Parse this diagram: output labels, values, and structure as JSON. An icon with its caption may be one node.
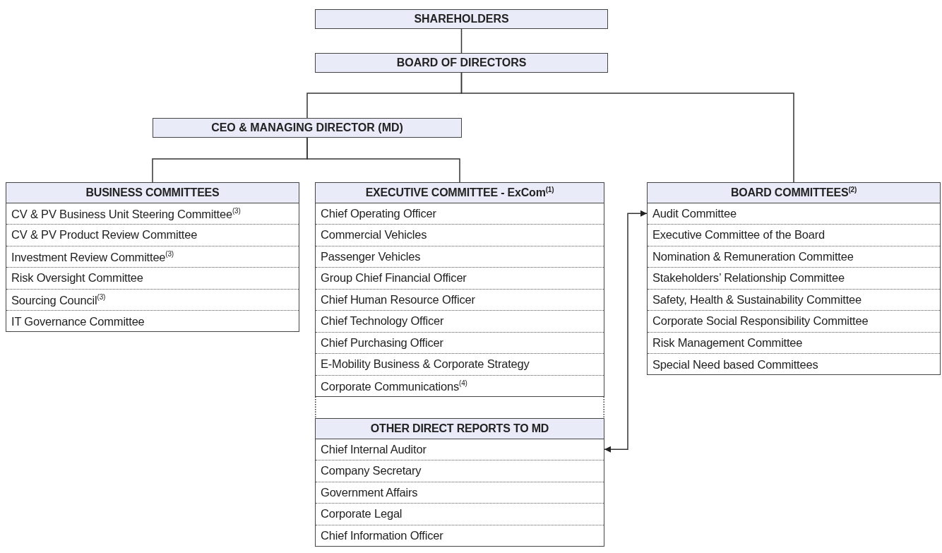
{
  "diagram": {
    "nodes": [
      {
        "text": [
          "SHAREHOLDERS"
        ]
      },
      {
        "text": [
          "BOARD OF DIRECTORS"
        ]
      },
      {
        "text": [
          "CEO & MANAGING DIRECTOR (MD)"
        ]
      },
      {
        "text": [],
        "shape": "box"
      },
      {
        "text": [
          "BUSINESS COMMITTEES"
        ],
        "in": 3
      },
      {
        "text": [
          "CV & PV Business Unit Steering Committee$^{(3)}$"
        ],
        "in": 3
      },
      {
        "text": [
          "CV & PV Product Review Committee"
        ],
        "in": 3
      },
      {
        "text": [
          "Investment Review Committee$^{(3)}$"
        ],
        "in": 3
      },
      {
        "text": [
          "Risk Oversight Committee"
        ],
        "in": 3
      },
      {
        "text": [
          "Sourcing Council$^{(3)}$"
        ],
        "in": 3
      },
      {
        "text": [
          "IT Governance Committee"
        ],
        "in": 3
      },
      {
        "text": [],
        "shape": "box"
      },
      {
        "text": [
          "EXECUTIVE COMMITTEE - ExCom$^{(1)}$"
        ],
        "in": 11
      },
      {
        "text": [
          "Chief Operating Officer"
        ],
        "in": 11
      },
      {
        "text": [
          "Commercial Vehicles"
        ],
        "in": 11
      },
      {
        "text": [
          "Passenger Vehicles"
        ],
        "in": 11
      },
      {
        "text": [
          "Group Chief Financial Officer"
        ],
        "in": 11
      },
      {
        "text": [
          "Chief Human Resource Officer"
        ],
        "in": 11
      },
      {
        "text": [
          "Chief Technology Officer"
        ],
        "in": 11
      },
      {
        "text": [
          "Chief Purchasing Officer"
        ],
        "in": 11
      },
      {
        "text": [
          "E-Mobility Business & Corporate Strategy"
        ],
        "in": 11
      },
      {
        "text": [
          "Corporate Communications$^{(4)}$"
        ],
        "in": 11
      },
      {
        "text": [],
        "shape": "box"
      },
      {
        "text": [
          "OTHER DIRECT REPORTS TO MD"
        ],
        "in": 22
      },
      {
        "text": [
          "Chief Internal Auditor"
        ],
        "in": 22
      },
      {
        "text": [
          "Company Secretary"
        ],
        "in": 22
      },
      {
        "text": [
          "Government Affairs"
        ],
        "in": 22
      },
      {
        "text": [
          "Corporate Legal"
        ],
        "in": 22
      },
      {
        "text": [
          "Chief Information Officer"
        ],
        "in": 22
      },
      {
        "text": [],
        "shape": "box"
      },
      {
        "text": [
          "BOARD COMMITTEES$^{(2)}$"
        ],
        "in": 29
      },
      {
        "text": [
          "Audit Committee"
        ],
        "in": 29
      },
      {
        "text": [
          "Executive Committee of the Board"
        ],
        "in": 29
      },
      {
        "text": [
          "Nomination & Remuneration Committee"
        ],
        "in": 29
      },
      {
        "text": [
          "Stakeholders’ Relationship Committee"
        ],
        "in": 29
      },
      {
        "text": [
          "Safety, Health & Sustainability Committee"
        ],
        "in": 29
      },
      {
        "text": [
          "Corporate Social Responsibility Committee"
        ],
        "in": 29
      },
      {
        "text": [
          "Risk Management Committee"
        ],
        "in": 29
      },
      {
        "text": [
          "Special Need based Committees"
        ],
        "in": 29
      }
    ],
    "edges": [
      {
        "from": 0,
        "to": 1,
        "arrow": "none"
      },
      {
        "from": 1,
        "to": 2,
        "arrow": "none"
      },
      {
        "from": 1,
        "to": 29,
        "arrow": "none"
      },
      {
        "from": 2,
        "to": 3,
        "arrow": "none"
      },
      {
        "from": 2,
        "to": 11,
        "arrow": "none"
      },
      {
        "from": 11,
        "to": 23,
        "arrow": "none",
        "style": "dashed"
      },
      {
        "from": 31,
        "to": 24,
        "arrow": "both"
      }
    ]
  }
}
